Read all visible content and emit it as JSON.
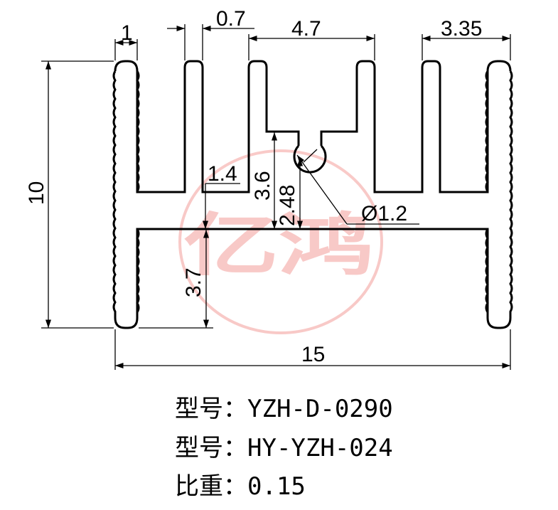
{
  "drawing": {
    "dimensions": {
      "fin_thickness": "1",
      "fin_gap": "0.7",
      "center_slot": "4.7",
      "right_slot": "3.35",
      "height": "10",
      "base_thickness": "1.4",
      "slot_depth": "3.6",
      "hole_center": "2.48",
      "hole_diameter": "Ø1.2",
      "lower_depth": "3.7",
      "width": "15"
    },
    "watermark": {
      "brand_text": "亿鸿",
      "color": "#e8403a"
    },
    "line_color": "#000000"
  },
  "specs": [
    {
      "label": "型号：",
      "value": "YZH-D-0290"
    },
    {
      "label": "型号：",
      "value": "HY-YZH-024"
    },
    {
      "label": "比重：",
      "value": "0.15"
    }
  ]
}
